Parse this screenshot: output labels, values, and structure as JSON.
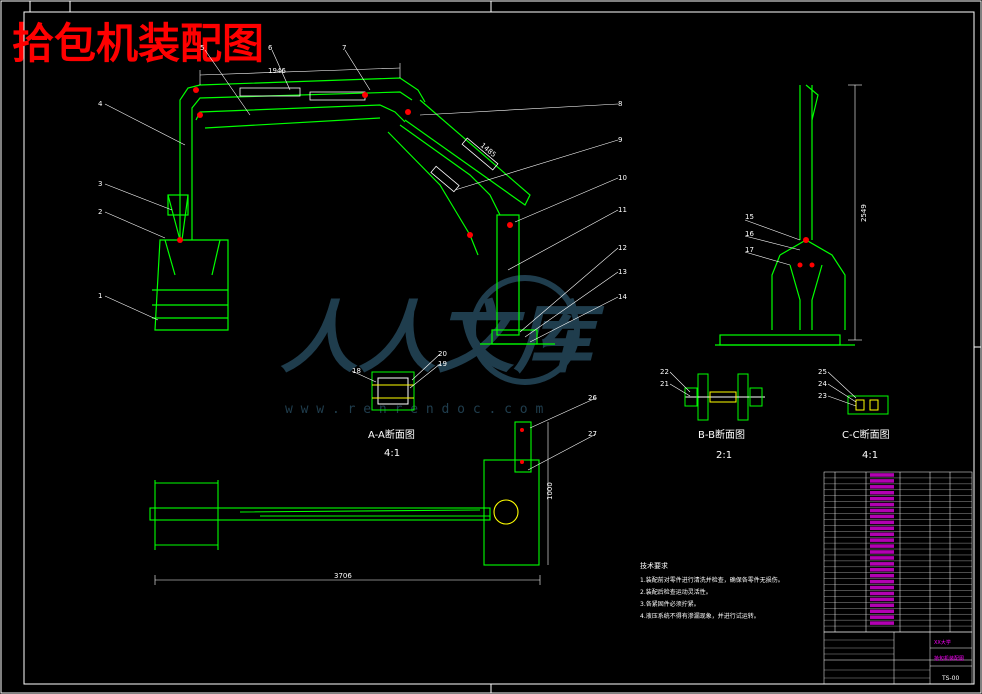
{
  "title": "拾包机装配图",
  "colors": {
    "background": "#000000",
    "frame": "#ffffff",
    "structure": "#00ff00",
    "leader": "#ffffff",
    "part": "#ffff00",
    "accent": "#ff0000",
    "bom": "#ff00ff",
    "title_red": "#ff0000",
    "watermark": "#3a6f8c"
  },
  "callouts": [
    "1",
    "2",
    "3",
    "4",
    "5",
    "6",
    "7",
    "8",
    "9",
    "10",
    "11",
    "12",
    "13",
    "14",
    "15",
    "16",
    "17",
    "18",
    "19",
    "20",
    "21",
    "22",
    "23",
    "24",
    "25",
    "26",
    "27"
  ],
  "dimensions": {
    "top_arm": "1946",
    "diag_arm": "1485",
    "height": "2549",
    "base_len": "3706",
    "base_height": "1000"
  },
  "sections": {
    "aa_title": "A-A断面图",
    "aa_scale": "4:1",
    "bb_title": "B-B断面图",
    "bb_scale": "2:1",
    "cc_title": "C-C断面图",
    "cc_scale": "4:1"
  },
  "notes": {
    "heading": "技术要求",
    "lines": [
      "1.装配前对零件进行清洗并检查，确保各零件无损伤。",
      "2.装配后检查运动灵活性。",
      "3.各紧固件必须拧紧。",
      "4.液压系统不得有渗漏现象，并进行试运转。"
    ]
  },
  "watermark": {
    "brand": "人人文库",
    "url": "w w w . r e n r e n d o c . c o m"
  },
  "titleblock": {
    "drawing_no": "TS-00",
    "name": "拾包机装配图",
    "school": "XX大学"
  }
}
